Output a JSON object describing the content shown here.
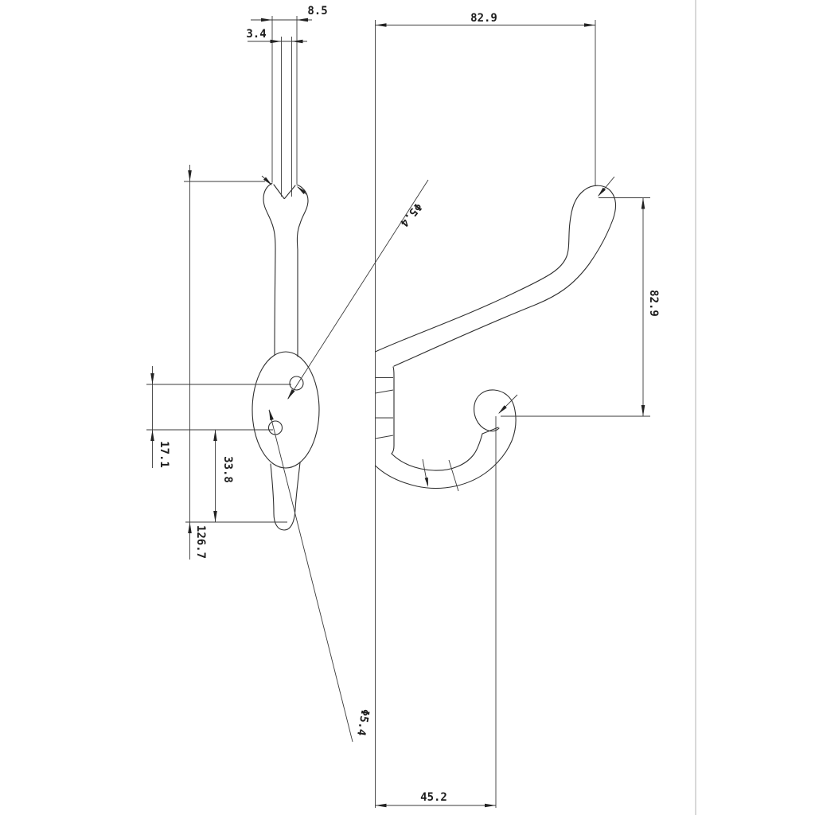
{
  "drawing": {
    "type": "technical-drawing",
    "subject": "double coat hook - two orthographic views with dimensions",
    "colors": {
      "background": "#ffffff",
      "line": "#2f2f2f",
      "page_border": "#d8d8d8"
    },
    "dims": {
      "tip_outer": "8.5",
      "tip_inner": "3.4",
      "depth_top": "82.9",
      "drop_right": "82.9",
      "hole_span": "17.1",
      "lower_span": "33.8",
      "total_height": "126.7",
      "projection": "45.2",
      "hole_dia_top": "Φ5.4",
      "hole_dia_bottom": "Φ5.4"
    }
  }
}
